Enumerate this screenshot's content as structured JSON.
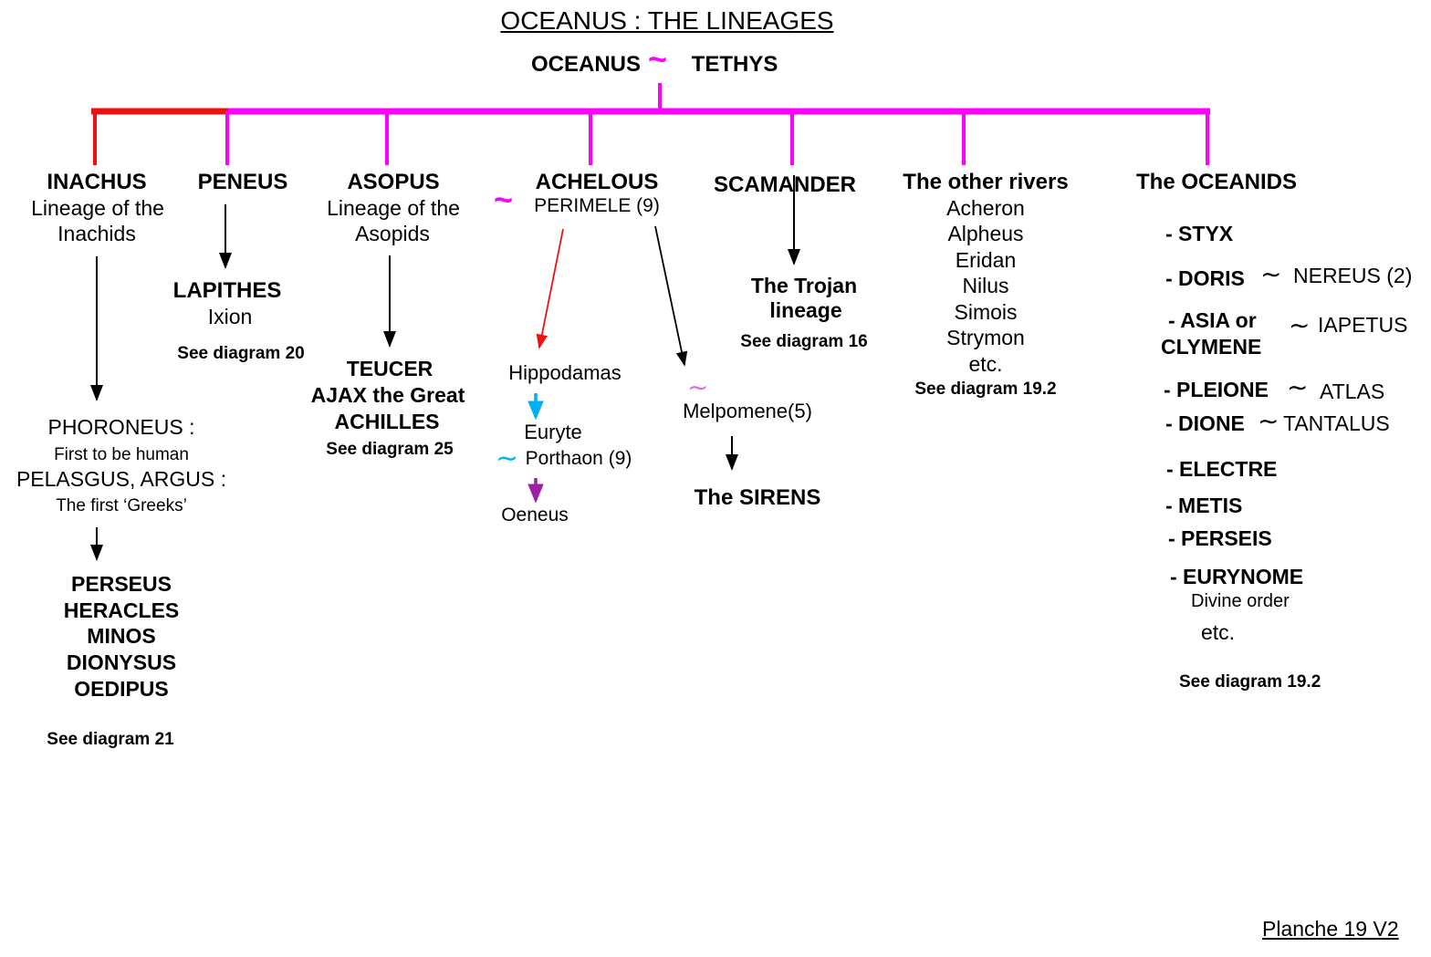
{
  "title": "OCEANUS : THE LINEAGES",
  "footer": "Planche 19 V2",
  "symbols": {
    "union_bold": "~",
    "union_thin": "∼"
  },
  "colors": {
    "magenta": "#ff00ff",
    "red": "#ee1111",
    "black": "#000000",
    "cyan": "#00b0f0",
    "purple": "#9b1fa5",
    "orchid": "#e06ce0"
  },
  "root": {
    "husband": "OCEANUS",
    "wife": "TETHYS"
  },
  "inachus": {
    "name": "INACHUS",
    "sub1": "Lineage of the",
    "sub2": "Inachids",
    "l1": "PHORONEUS :",
    "l2": "First to be human",
    "l3": "PELASGUS, ARGUS :",
    "l4": "The first ‘Greeks’",
    "heroes": [
      "PERSEUS",
      "HERACLES",
      "MINOS",
      "DIONYSUS",
      "OEDIPUS"
    ],
    "see": "See diagram 21"
  },
  "peneus": {
    "name": "PENEUS",
    "child": "LAPITHES",
    "note": "Ixion",
    "see": "See diagram 20"
  },
  "asopus": {
    "name": "ASOPUS",
    "sub1": "Lineage of the",
    "sub2": "Asopids",
    "heroes": [
      "TEUCER",
      "AJAX the Great",
      "ACHILLES"
    ],
    "see": "See diagram 25"
  },
  "achelous": {
    "name": "ACHELOUS",
    "wife": "PERIMELE (9)",
    "child1": "Hippodamas",
    "child2": "Euryte",
    "spouse2": "Porthaon (9)",
    "child3": "Oeneus",
    "muse": "Melpomene(5)",
    "sirens": "The SIRENS"
  },
  "scamander": {
    "name": "SCAMANDER",
    "result1": "The Trojan",
    "result2": "lineage",
    "see": "See diagram 16"
  },
  "rivers": {
    "name": "The other rivers",
    "list": [
      "Acheron",
      "Alpheus",
      "Eridan",
      "Nilus",
      "Simois",
      "Strymon",
      "etc."
    ],
    "see": "See diagram 19.2"
  },
  "oceanids": {
    "name": "The OCEANIDS",
    "items": [
      {
        "label": "- STYX"
      },
      {
        "label": "- DORIS",
        "partner": "NEREUS (2)"
      },
      {
        "label": "- ASIA or",
        "label2": "CLYMENE",
        "partner": "IAPETUS"
      },
      {
        "label": "- PLEIONE",
        "partner": "ATLAS"
      },
      {
        "label": "- DIONE",
        "partner": "TANTALUS"
      },
      {
        "label": "- ELECTRE"
      },
      {
        "label": "- METIS"
      },
      {
        "label": "- PERSEIS"
      },
      {
        "label": "- EURYNOME",
        "note": "Divine order"
      }
    ],
    "etc": "etc.",
    "see": "See diagram 19.2"
  }
}
